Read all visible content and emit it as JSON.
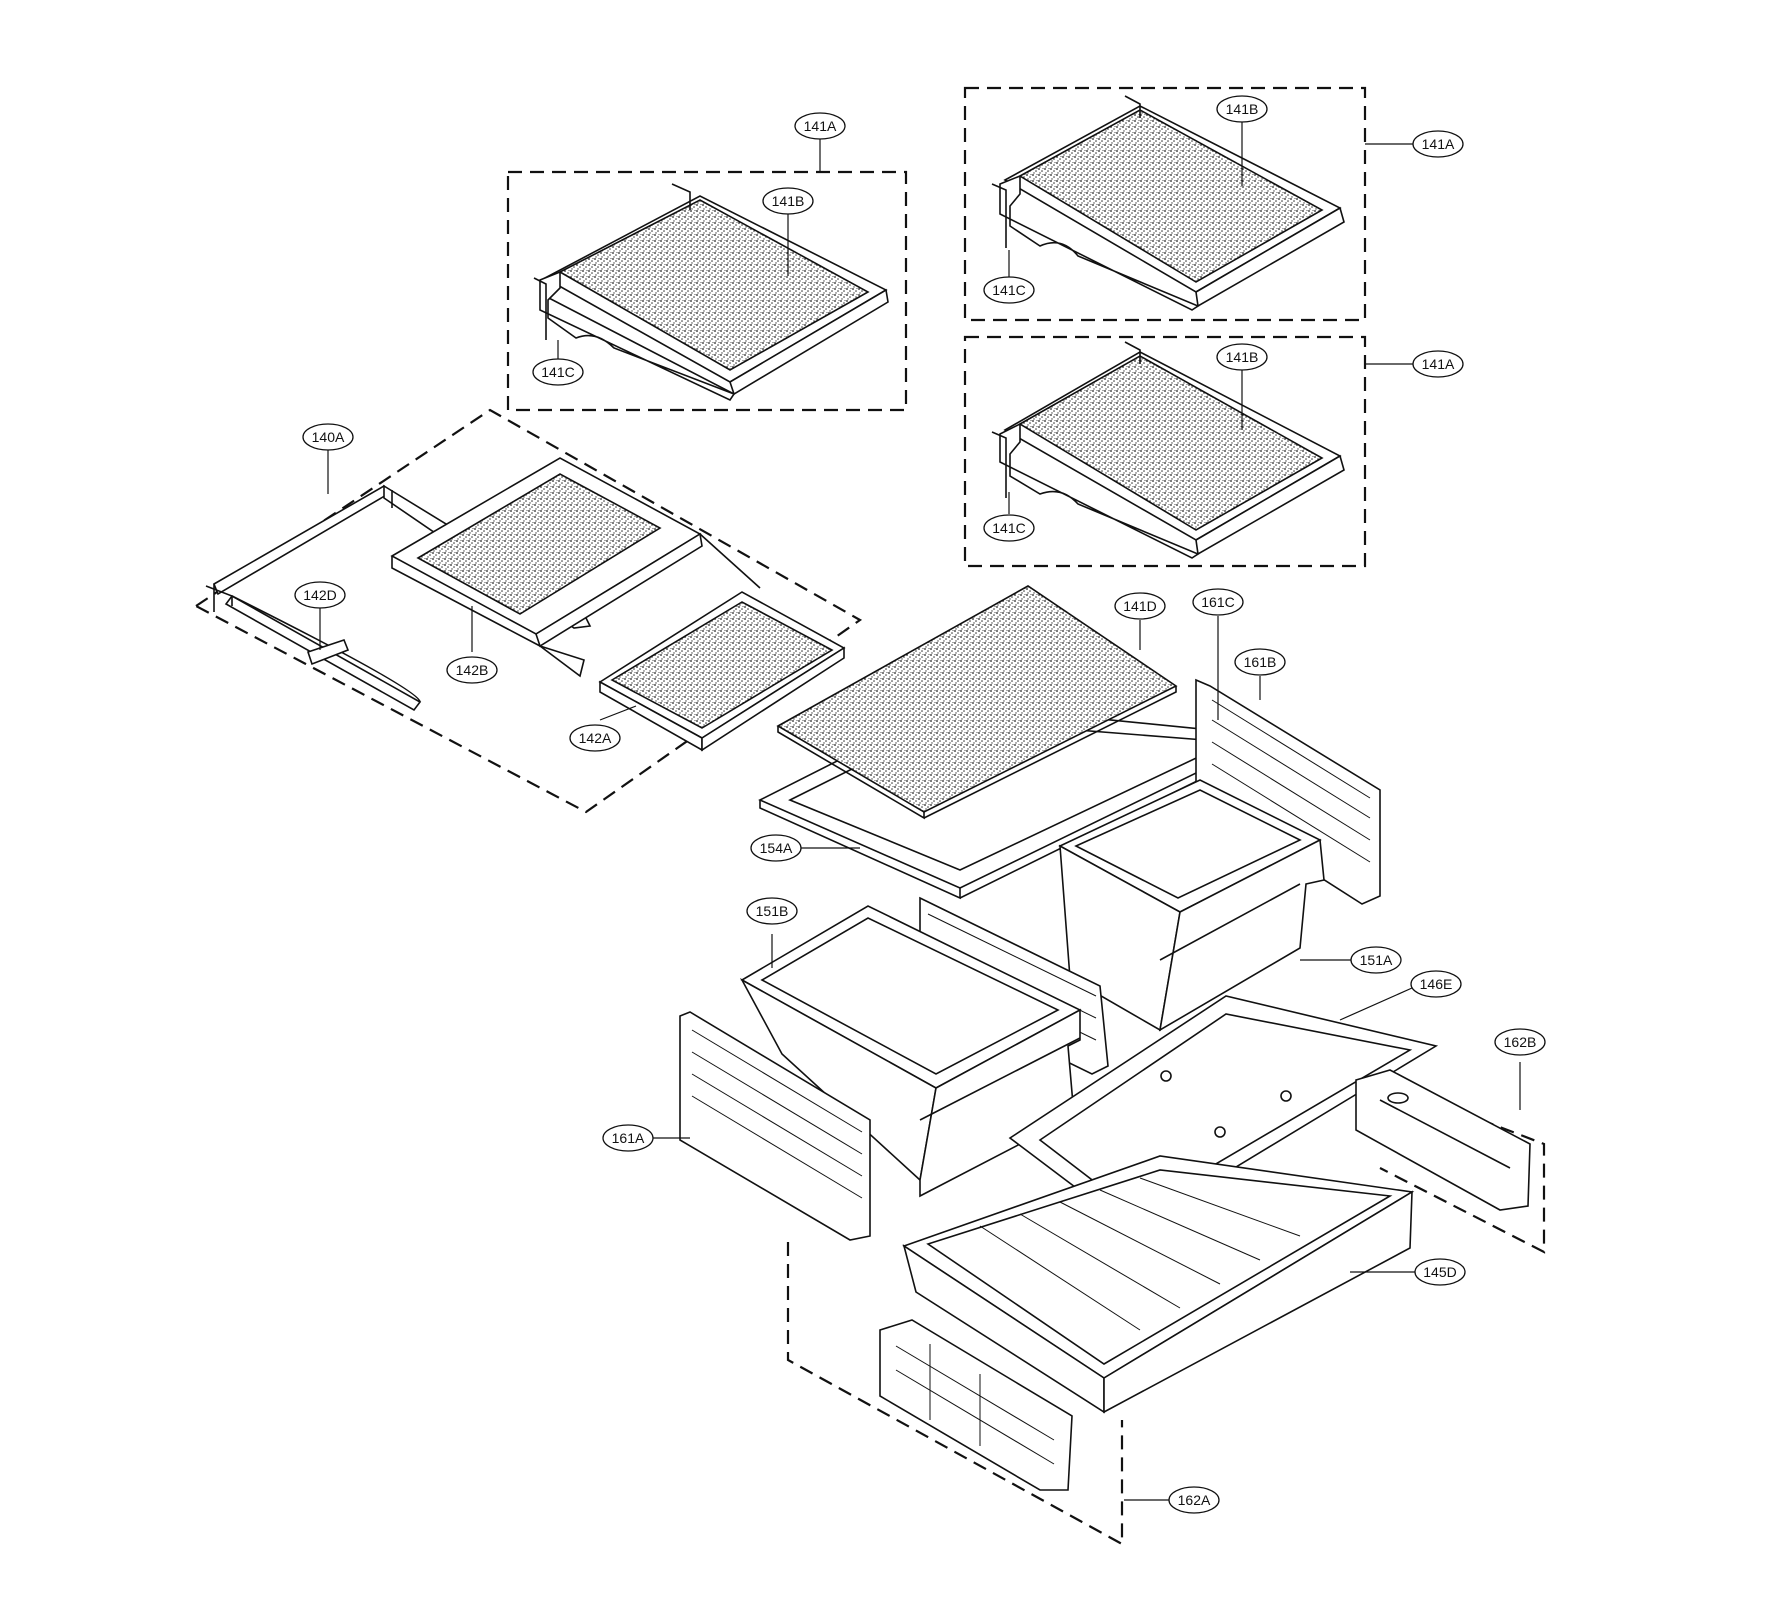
{
  "callouts": [
    {
      "id": "141A-a",
      "label": "141A"
    },
    {
      "id": "141B-a",
      "label": "141B"
    },
    {
      "id": "141C-a",
      "label": "141C"
    },
    {
      "id": "141B-b",
      "label": "141B"
    },
    {
      "id": "141A-b",
      "label": "141A"
    },
    {
      "id": "141C-b",
      "label": "141C"
    },
    {
      "id": "141B-c",
      "label": "141B"
    },
    {
      "id": "141A-c",
      "label": "141A"
    },
    {
      "id": "141C-c",
      "label": "141C"
    },
    {
      "id": "140A",
      "label": "140A"
    },
    {
      "id": "142D",
      "label": "142D"
    },
    {
      "id": "142B",
      "label": "142B"
    },
    {
      "id": "142A",
      "label": "142A"
    },
    {
      "id": "141D",
      "label": "141D"
    },
    {
      "id": "161C",
      "label": "161C"
    },
    {
      "id": "161B",
      "label": "161B"
    },
    {
      "id": "154A",
      "label": "154A"
    },
    {
      "id": "151B",
      "label": "151B"
    },
    {
      "id": "151A",
      "label": "151A"
    },
    {
      "id": "146E",
      "label": "146E"
    },
    {
      "id": "162B",
      "label": "162B"
    },
    {
      "id": "161A",
      "label": "161A"
    },
    {
      "id": "145D",
      "label": "145D"
    },
    {
      "id": "162A",
      "label": "162A"
    }
  ]
}
